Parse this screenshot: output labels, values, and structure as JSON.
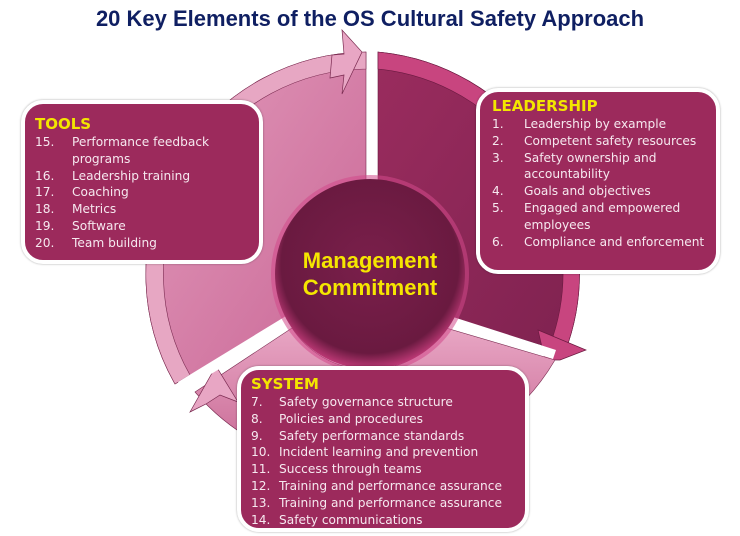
{
  "title": "20 Key Elements of the OS Cultural Safety Approach",
  "center": {
    "line1": "Management",
    "line2": "Commitment"
  },
  "colors": {
    "title": "#0f1f62",
    "box_fill": "#9c2a5c",
    "heading_yellow": "#f3e600",
    "center_fill": "#6e1b42",
    "ring_light": "#d681a6",
    "ring_dark": "#8f2757"
  },
  "sections": {
    "tools": {
      "heading": "TOOLS",
      "items": [
        {
          "num": "15.",
          "text": "Performance feedback programs"
        },
        {
          "num": "16.",
          "text": "Leadership training"
        },
        {
          "num": "17.",
          "text": "Coaching"
        },
        {
          "num": "18.",
          "text": "Metrics"
        },
        {
          "num": "19.",
          "text": "Software"
        },
        {
          "num": "20.",
          "text": "Team building"
        }
      ]
    },
    "leadership": {
      "heading": "LEADERSHIP",
      "items": [
        {
          "num": "1.",
          "text": "Leadership by example"
        },
        {
          "num": "2.",
          "text": "Competent safety resources"
        },
        {
          "num": "3.",
          "text": "Safety ownership and accountability"
        },
        {
          "num": "4.",
          "text": "Goals and objectives"
        },
        {
          "num": "5.",
          "text": "Engaged and empowered employees"
        },
        {
          "num": "6.",
          "text": "Compliance and enforcement"
        }
      ]
    },
    "system": {
      "heading": "SYSTEM",
      "items": [
        {
          "num": "7.",
          "text": "Safety governance structure"
        },
        {
          "num": "8.",
          "text": "Policies and procedures"
        },
        {
          "num": "9.",
          "text": "Safety performance standards"
        },
        {
          "num": "10.",
          "text": "Incident learning and prevention"
        },
        {
          "num": "11.",
          "text": "Success through teams"
        },
        {
          "num": "12.",
          "text": "Training and performance assurance"
        },
        {
          "num": "13.",
          "text": "Training and performance assurance"
        },
        {
          "num": "14.",
          "text": "Safety communications"
        }
      ]
    }
  }
}
